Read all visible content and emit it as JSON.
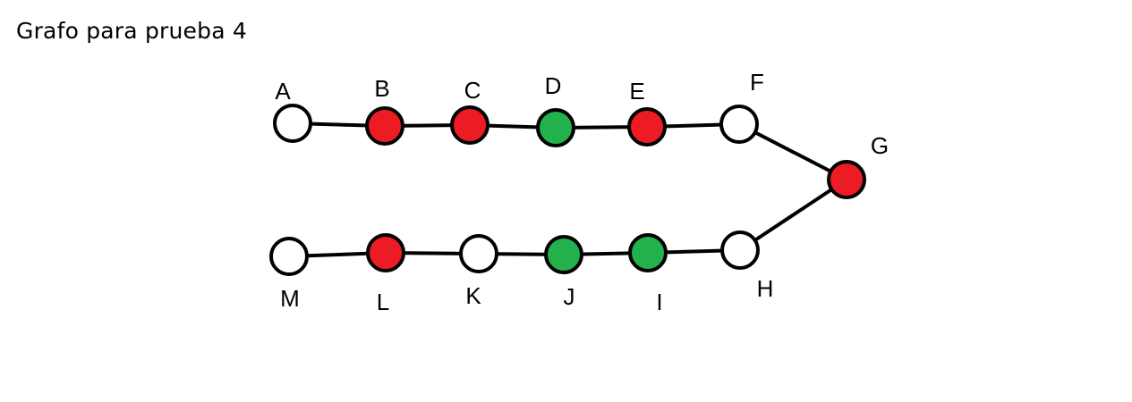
{
  "title": "Grafo para prueba 4",
  "colors": {
    "red": "#ed1c24",
    "green": "#22b14c",
    "white": "#ffffff",
    "edge": "#000000"
  },
  "nodes": [
    {
      "id": "A",
      "label": "A",
      "color": "white"
    },
    {
      "id": "B",
      "label": "B",
      "color": "red"
    },
    {
      "id": "C",
      "label": "C",
      "color": "red"
    },
    {
      "id": "D",
      "label": "D",
      "color": "green"
    },
    {
      "id": "E",
      "label": "E",
      "color": "red"
    },
    {
      "id": "F",
      "label": "F",
      "color": "white"
    },
    {
      "id": "G",
      "label": "G",
      "color": "red"
    },
    {
      "id": "H",
      "label": "H",
      "color": "white"
    },
    {
      "id": "I",
      "label": "I",
      "color": "green"
    },
    {
      "id": "J",
      "label": "J",
      "color": "green"
    },
    {
      "id": "K",
      "label": "K",
      "color": "white"
    },
    {
      "id": "L",
      "label": "L",
      "color": "red"
    },
    {
      "id": "M",
      "label": "M",
      "color": "white"
    }
  ],
  "edges": [
    [
      "A",
      "B"
    ],
    [
      "B",
      "C"
    ],
    [
      "C",
      "D"
    ],
    [
      "D",
      "E"
    ],
    [
      "E",
      "F"
    ],
    [
      "F",
      "G"
    ],
    [
      "G",
      "H"
    ],
    [
      "H",
      "I"
    ],
    [
      "I",
      "J"
    ],
    [
      "J",
      "K"
    ],
    [
      "K",
      "L"
    ],
    [
      "L",
      "M"
    ]
  ]
}
